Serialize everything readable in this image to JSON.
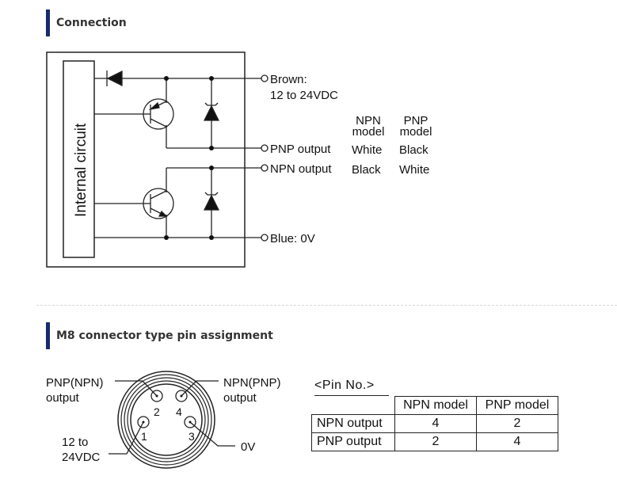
{
  "sections": {
    "connection_title": "Connection",
    "pin_assignment_title": "M8 connector type pin assignment"
  },
  "circuit": {
    "block_label": "Internal circuit",
    "terminals": {
      "brown_line1": "Brown:",
      "brown_line2": "12 to 24VDC",
      "pnp_output": "PNP output",
      "npn_output": "NPN output",
      "blue": "Blue: 0V"
    },
    "model_headers": {
      "npn_line1": "NPN",
      "npn_line2": "model",
      "pnp_line1": "PNP",
      "pnp_line2": "model"
    },
    "wire_colors": {
      "pnp_output_npn_model": "White",
      "pnp_output_pnp_model": "Black",
      "npn_output_npn_model": "Black",
      "npn_output_pnp_model": "White"
    }
  },
  "connector": {
    "labels": {
      "top_left_line1": "PNP(NPN)",
      "top_left_line2": "output",
      "top_right_line1": "NPN(PNP)",
      "top_right_line2": "output",
      "bottom_left_line1": "12 to",
      "bottom_left_line2": "24VDC",
      "bottom_right": "0V"
    },
    "pin_numbers": [
      "1",
      "2",
      "3",
      "4"
    ]
  },
  "pin_table": {
    "title": "<Pin No.>",
    "headers": [
      "NPN model",
      "PNP model"
    ],
    "rows": [
      {
        "label": "NPN output",
        "npn_model": "4",
        "pnp_model": "2"
      },
      {
        "label": "PNP output",
        "npn_model": "2",
        "pnp_model": "4"
      }
    ]
  }
}
